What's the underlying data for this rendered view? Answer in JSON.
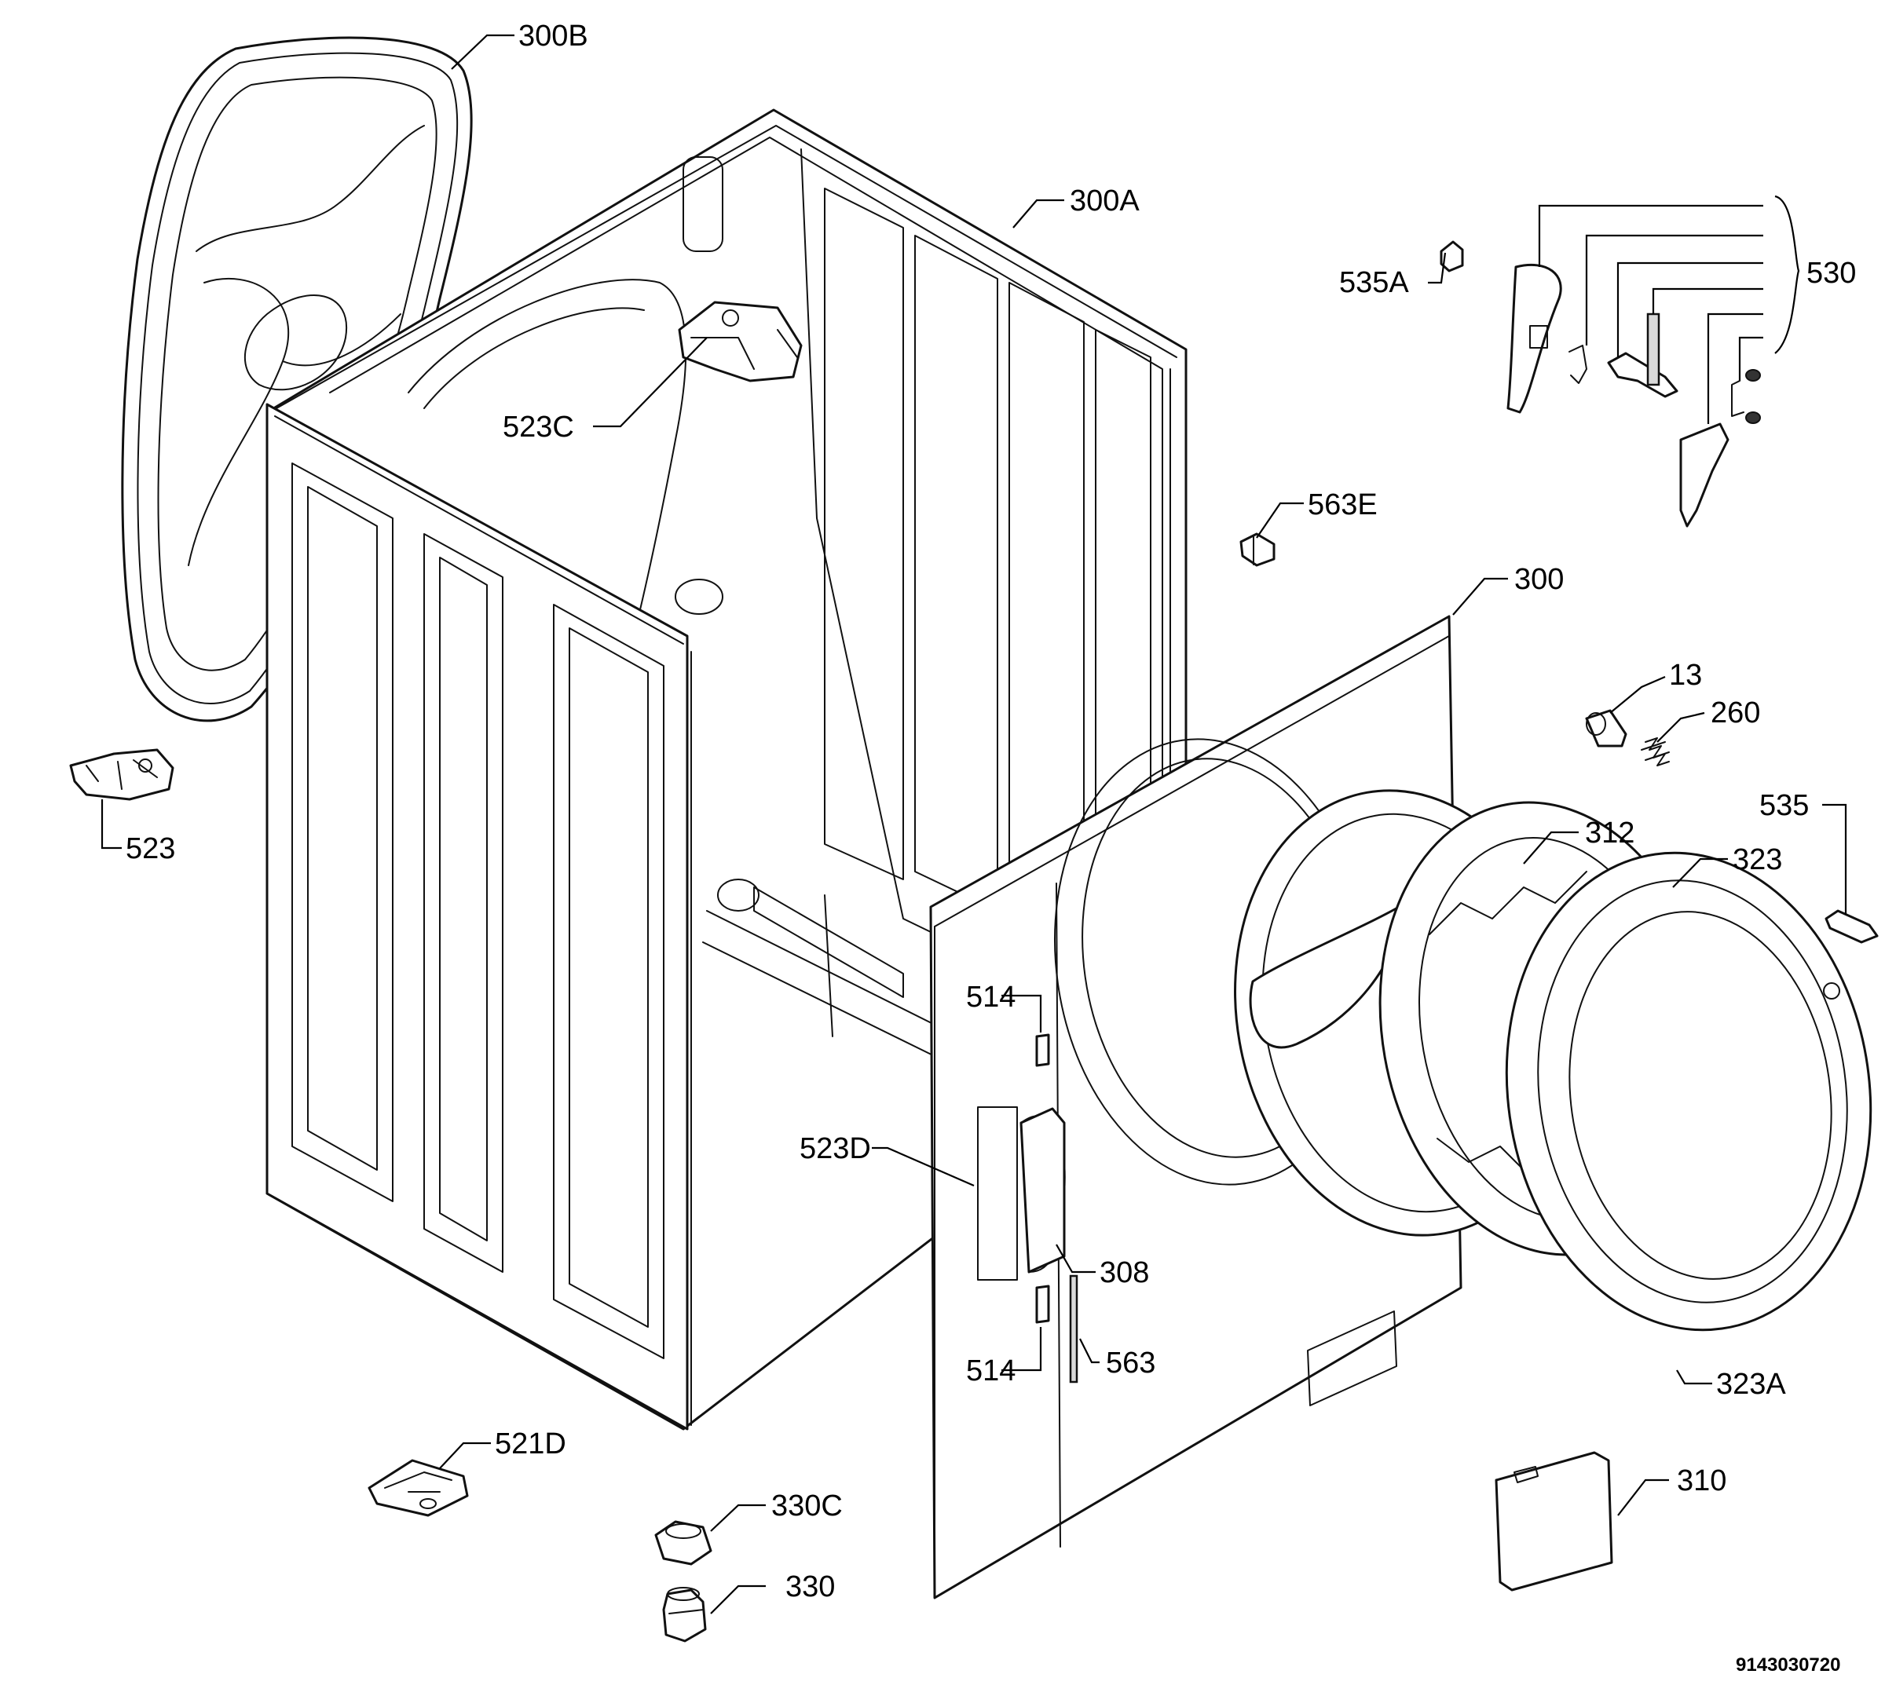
{
  "labels": {
    "p300B": "300B",
    "p300A": "300A",
    "p535A": "535A",
    "p530": "530",
    "p523C": "523C",
    "p563E": "563E",
    "p300": "300",
    "p13": "13",
    "p260": "260",
    "p535": "535",
    "p523": "523",
    "p312": "312",
    "p323": "323",
    "p514a": "514",
    "p523D": "523D",
    "p308": "308",
    "p514b": "514",
    "p563": "563",
    "p323A": "323A",
    "p521D": "521D",
    "p310": "310",
    "p330C": "330C",
    "p330": "330"
  },
  "drawing_code": "9143030720",
  "colors": {
    "line": "#111111",
    "background": "#ffffff"
  }
}
